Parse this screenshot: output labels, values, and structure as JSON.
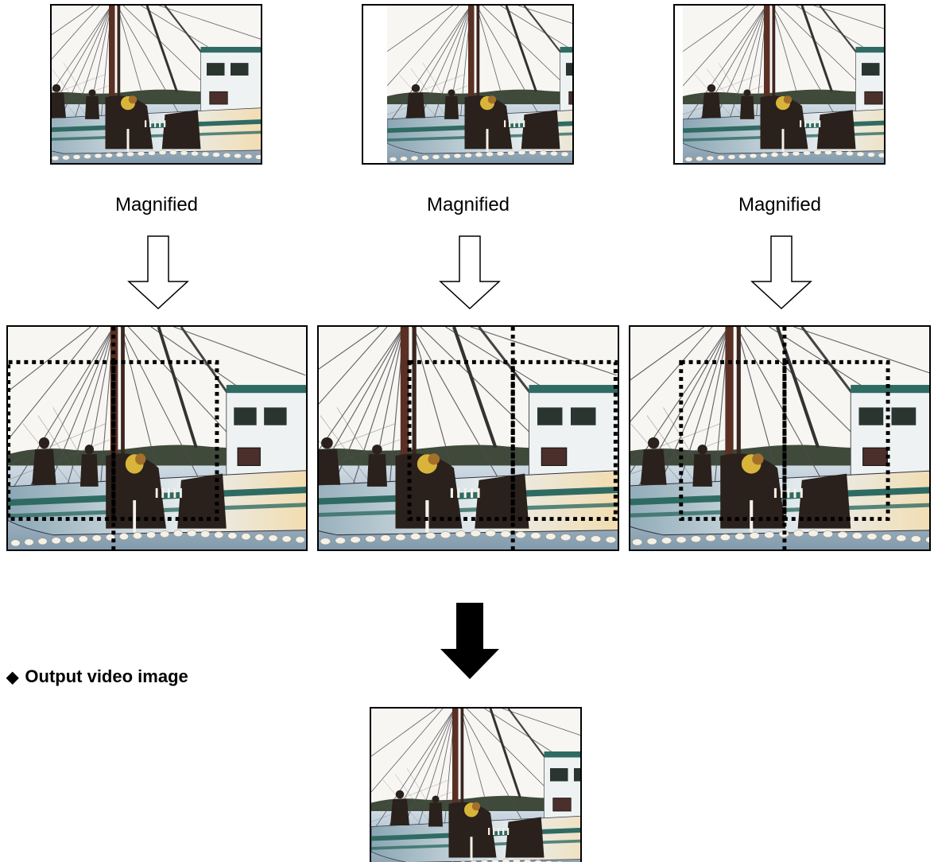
{
  "frames": {
    "top": [
      {
        "label": "Magnified",
        "variant": "right"
      },
      {
        "label": "Magnified",
        "variant": "center"
      },
      {
        "label": "Magnified",
        "variant": "mid"
      }
    ]
  },
  "output": {
    "bullet": "◆",
    "title": "Output video image"
  },
  "colors": {
    "sky": "#f7f6f2",
    "water": "#b9c9d6",
    "treeline": "#3f4a3a",
    "hull": "#e9eef1",
    "hull_stripe": "#2f6b63",
    "dark": "#2a201c",
    "float": "#f4f1e8"
  }
}
